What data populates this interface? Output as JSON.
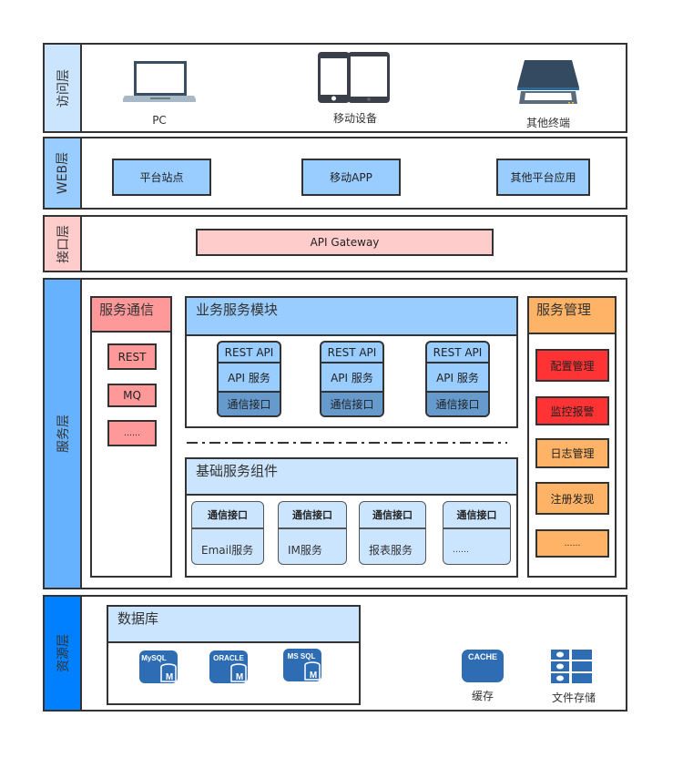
{
  "layers": {
    "access": {
      "label": "访问层",
      "label_color": "#cce5ff",
      "items": [
        {
          "icon": "laptop-icon",
          "label": "PC"
        },
        {
          "icon": "mobile-devices-icon",
          "label": "移动设备"
        },
        {
          "icon": "scanner-terminal-icon",
          "label": "其他终端"
        }
      ]
    },
    "web": {
      "label": "WEB层",
      "label_color": "#99ccff",
      "items": [
        "平台站点",
        "移动APP",
        "其他平台应用"
      ],
      "item_color": "#99ccff"
    },
    "interface": {
      "label": "接口层",
      "label_color": "#ffcccc",
      "gateway": "API Gateway",
      "gateway_color": "#ffcccc"
    },
    "service": {
      "label": "服务层",
      "label_color": "#66b2ff",
      "communication": {
        "title": "服务通信",
        "color": "#ff9999",
        "items": [
          "REST",
          "MQ",
          "……"
        ]
      },
      "business": {
        "title": "业务服务模块",
        "color": "#99ccff",
        "modules": [
          {
            "top": "REST API",
            "middle": "API 服务",
            "bottom": "通信接口"
          },
          {
            "top": "REST API",
            "middle": "API 服务",
            "bottom": "通信接口"
          },
          {
            "top": "REST API",
            "middle": "API 服务",
            "bottom": "通信接口"
          }
        ]
      },
      "base": {
        "title": "基础服务组件",
        "color": "#cce5ff",
        "components": [
          {
            "top": "通信接口",
            "bottom": "Email服务"
          },
          {
            "top": "通信接口",
            "bottom": "IM服务"
          },
          {
            "top": "通信接口",
            "bottom": "报表服务"
          },
          {
            "top": "通信接口",
            "bottom": "……"
          }
        ]
      },
      "management": {
        "title": "服务管理",
        "color": "#ffb366",
        "items": [
          {
            "label": "配置管理",
            "color": "#ff3333"
          },
          {
            "label": "监控报警",
            "color": "#ff3333"
          },
          {
            "label": "日志管理",
            "color": "#ffb366"
          },
          {
            "label": "注册发现",
            "color": "#ffb366"
          },
          {
            "label": "……",
            "color": "#ffb366"
          }
        ]
      }
    },
    "resource": {
      "label": "资源层",
      "label_color": "#007fff",
      "database": {
        "title": "数据库",
        "items": [
          {
            "icon": "mysql-icon",
            "label": "MySQL",
            "badge": "M"
          },
          {
            "icon": "oracle-icon",
            "label": "ORACLE",
            "badge": "M"
          },
          {
            "icon": "mssql-icon",
            "label": "MS SQL",
            "badge": "M"
          }
        ]
      },
      "cache": {
        "icon_text": "CACHE",
        "label": "缓存"
      },
      "file_storage": {
        "label": "文件存储"
      }
    }
  }
}
